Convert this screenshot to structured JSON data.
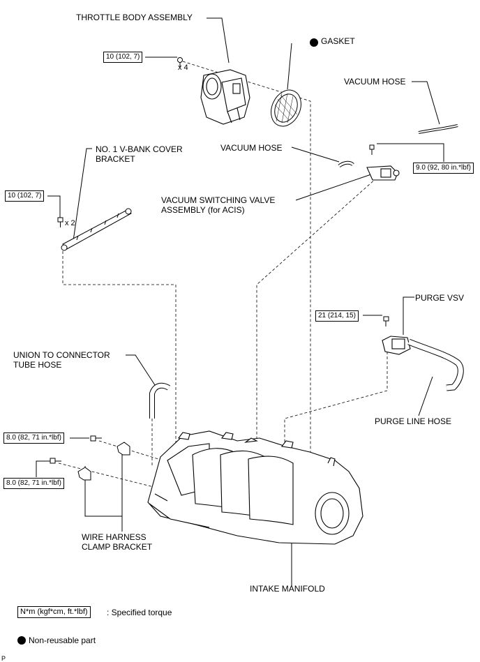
{
  "parts": {
    "throttle_body": "THROTTLE  BODY ASSEMBLY",
    "gasket": "GASKET",
    "vacuum_hose_upper": "VACUUM HOSE",
    "vacuum_hose_lower": "VACUUM HOSE",
    "vbank_bracket_line1": "NO. 1 V-BANK COVER",
    "vbank_bracket_line2": "BRACKET",
    "vsv_acis_line1": "VACUUM SWITCHING VALVE",
    "vsv_acis_line2": "ASSEMBLY (for ACIS)",
    "purge_vsv": "PURGE VSV",
    "union_hose_line1": "UNION TO CONNECTOR",
    "union_hose_line2": "TUBE HOSE",
    "purge_line_hose": "PURGE LINE HOSE",
    "wire_clamp_line1": "WIRE HARNESS",
    "wire_clamp_line2": "CLAMP BRACKET",
    "intake_manifold": "INTAKE MANIFOLD"
  },
  "torques": {
    "throttle_bolt": "10 (102, 7)",
    "vbank_bolt": "10 (102, 7)",
    "vsv_bolt": "9.0 (92, 80 in.*lbf)",
    "purge_bolt": "21 (214, 15)",
    "clamp_bolt_upper": "8.0 (82, 71 in.*lbf)",
    "clamp_bolt_lower": "8.0 (82, 71 in.*lbf)"
  },
  "quantities": {
    "throttle_bolts": "x 4",
    "vbank_bolts": "x 2"
  },
  "legend": {
    "torque_box": "N*m (kgf*cm, ft.*lbf)",
    "torque_desc": ": Specified torque",
    "nonreusable_desc": "Non-reusable part"
  },
  "footer_code": "P"
}
